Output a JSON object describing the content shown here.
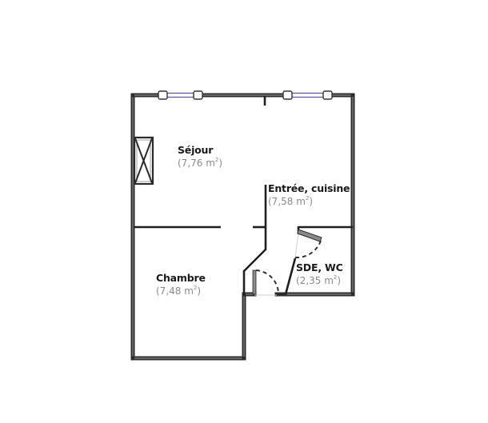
{
  "plan": {
    "colors": {
      "wall": "#2b2b2b",
      "wall_inner": "#7a7a7a",
      "window_frame": "#5a5a9a",
      "door_arc": "#333333",
      "door_threshold": "#c8c8c8",
      "label_name": "#1a1a1a",
      "label_area": "#8a8a8a"
    },
    "rooms": [
      {
        "id": "sejour",
        "name": "Séjour",
        "area_value": "(7,76 m",
        "area_sup": "2",
        "area_close": ")"
      },
      {
        "id": "entree",
        "name": "Entrée, cuisine",
        "area_value": "(7,58 m",
        "area_sup": "2",
        "area_close": ")"
      },
      {
        "id": "sde",
        "name": "SDE, WC",
        "area_value": "(2,35 m",
        "area_sup": "2",
        "area_close": ")"
      },
      {
        "id": "chambre",
        "name": "Chambre",
        "area_value": "(7,48 m",
        "area_sup": "2",
        "area_close": ")"
      }
    ],
    "icons": {
      "chimney": "chimney-duct-icon",
      "window": "window-icon",
      "door": "door-swing-icon"
    }
  }
}
